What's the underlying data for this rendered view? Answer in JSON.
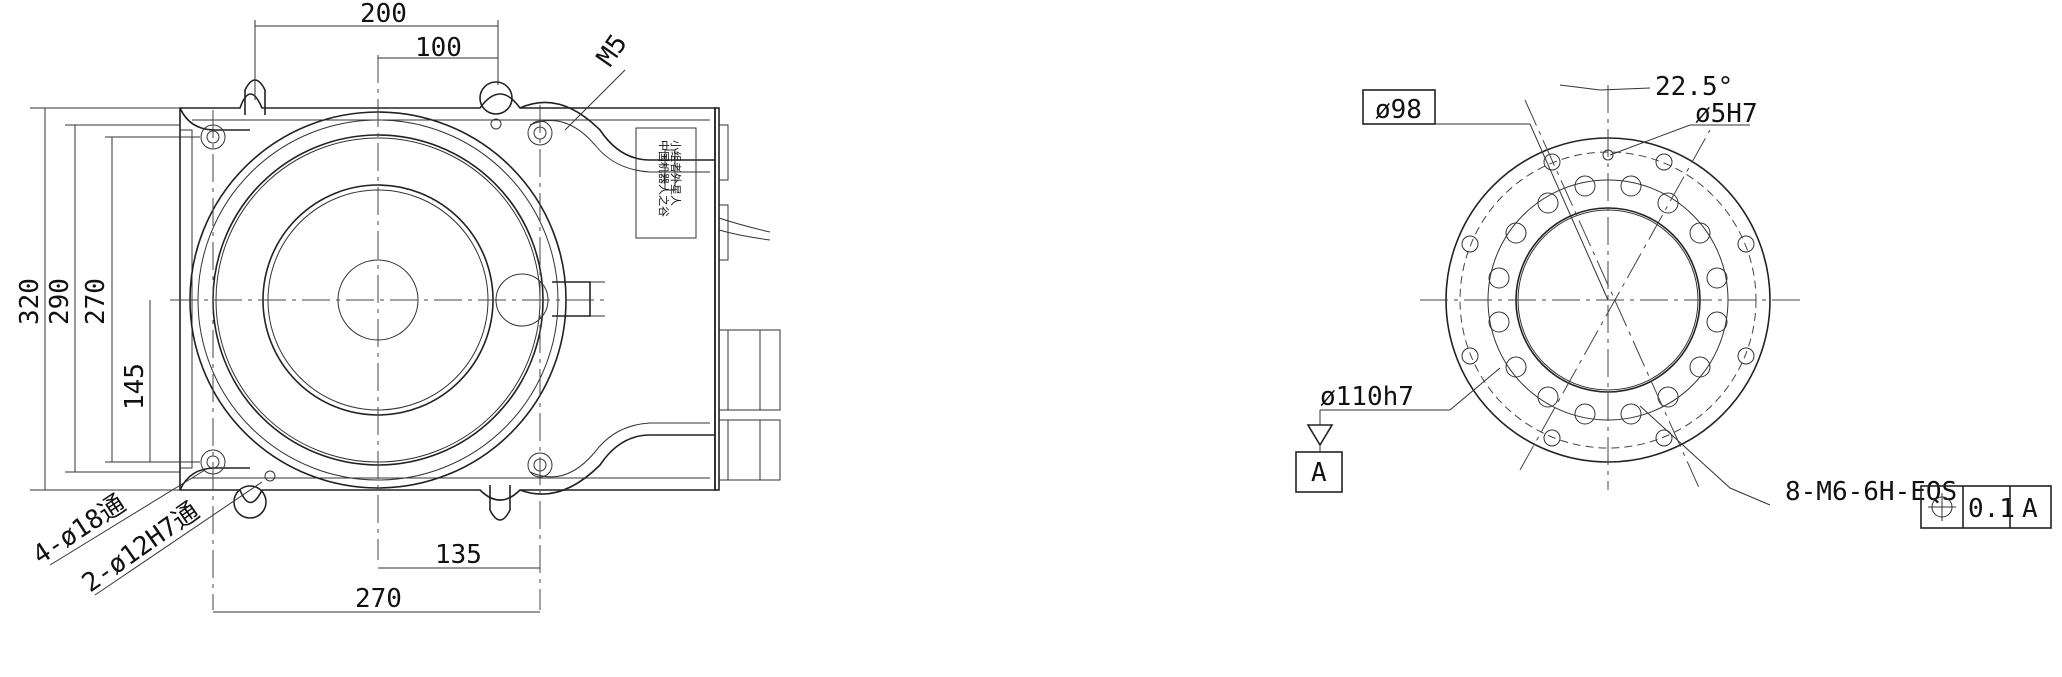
{
  "left_view": {
    "dims": {
      "d200": "200",
      "d100": "100",
      "m5": "M5",
      "d320": "320",
      "d290": "290",
      "d270_v": "270",
      "d145": "145",
      "d135": "135",
      "d270_h": "270",
      "holes_18": "4-ø18通",
      "holes_12": "2-ø12H7通"
    },
    "nameplate": {
      "line1": "小组者外星人",
      "line2": "中国机器人之谷"
    }
  },
  "right_view": {
    "labels": {
      "d98": "ø98",
      "angle": "22.5°",
      "d5h7": "ø5H7",
      "d110": "ø110h7",
      "datum": "A",
      "thread": "8-M6-6H-EQS"
    },
    "tolerance": {
      "value": "0.1",
      "datum_ref": "A"
    }
  }
}
